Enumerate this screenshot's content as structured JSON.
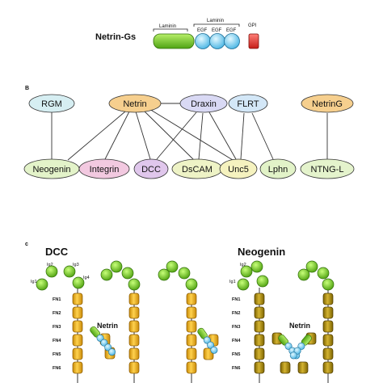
{
  "panel_a": {
    "protein_name": "Netrin-Gs",
    "bracket_laminin_1": "Laminin",
    "bracket_laminin_2": "Laminin",
    "egf_labels": [
      "EGF",
      "EGF",
      "EGF"
    ],
    "gpi_label": "GPI"
  },
  "panel_b": {
    "label": "B",
    "top_nodes": [
      "RGM",
      "Netrin",
      "Draxin",
      "FLRT",
      "NetrinG"
    ],
    "bottom_nodes": [
      "Neogenin",
      "Integrin",
      "DCC",
      "DsCAM",
      "Unc5",
      "Lphn",
      "NTNG-L"
    ],
    "node_colors": {
      "RGM": "#d6eef2",
      "Netrin": "#f6cf8e",
      "Draxin": "#d9d9f4",
      "FLRT": "#d3e7f7",
      "NetrinG": "#f6cf8e",
      "Neogenin": "#e3f3c9",
      "Integrin": "#f2c9e0",
      "DCC": "#e0c7ec",
      "DsCAM": "#eef3c6",
      "Unc5": "#f5f2bf",
      "Lphn": "#e2f3c8",
      "NTNG-L": "#e4f3cc"
    }
  },
  "panel_c": {
    "label": "c",
    "dcc_title": "DCC",
    "neogenin_title": "Neogenin",
    "ig_labels": [
      "Ig1",
      "Ig2",
      "Ig3",
      "Ig4"
    ],
    "fn_labels": [
      "FN1",
      "FN2",
      "FN3",
      "FN4",
      "FN5",
      "FN6"
    ],
    "netrin_label_1": "Netrin",
    "netrin_label_2": "Netrin",
    "colors": {
      "ig_green": "#7ed321",
      "fn_dcc": "#f2b51c",
      "fn_neogenin": "#b8960c",
      "egf_blue": "#7fd0ee",
      "laminin_green": "#86d42b",
      "gpi_red": "#e8322b"
    }
  }
}
